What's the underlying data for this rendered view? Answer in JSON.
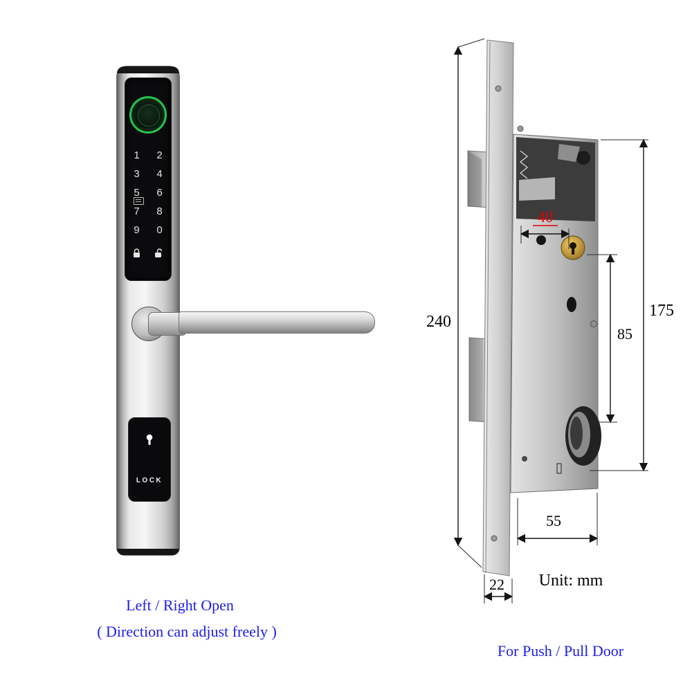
{
  "captions": {
    "left_line1": "Left / Right Open",
    "left_line2": "( Direction can adjust freely )",
    "right": "For Push / Pull Door"
  },
  "left_lock": {
    "keypad": [
      "1",
      "2",
      "3",
      "4",
      "5",
      "6",
      "7",
      "8",
      "9",
      "0"
    ],
    "lock_label": "LOCK"
  },
  "dimensions": {
    "total_height": "240",
    "backset": "40",
    "body_height": "175",
    "center_distance": "85",
    "body_depth": "55",
    "faceplate_width": "22",
    "unit_label": "Unit: mm"
  },
  "colors": {
    "caption_blue": "#1c1cef",
    "dimension_red": "#e30000",
    "fingerprint_green": "#27c24c",
    "metal_gray": "#c9c9c9"
  }
}
